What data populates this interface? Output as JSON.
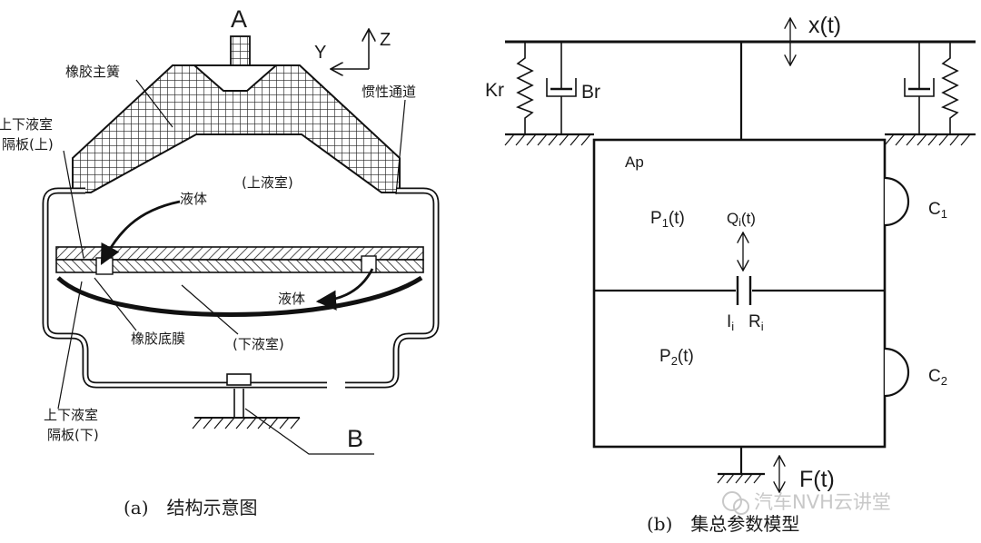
{
  "left": {
    "letter_a": "A",
    "letter_b": "B",
    "axis_y": "Y",
    "axis_z": "Z",
    "rubber_main_spring": "橡胶主簧",
    "inertia_channel": "惯性通道",
    "partition_upper_line1": "上下液室",
    "partition_upper_line2": "隔板(上)",
    "upper_chamber": "(上液室)",
    "fluid_upper": "液体",
    "fluid_lower": "液体",
    "rubber_diaphragm": "橡胶底膜",
    "lower_chamber": "(下液室)",
    "partition_lower_line1": "上下液室",
    "partition_lower_line2": "隔板(下)",
    "caption": "(a)　结构示意图"
  },
  "right": {
    "x_t": "x(t)",
    "kr": "Kr",
    "br": "Br",
    "ap": "Ap",
    "p1_main": "P",
    "p1_sub": "1",
    "p1_tail": "(t)",
    "q_main": "Q",
    "q_sub": "i",
    "q_tail": "(t)",
    "c1_main": "C",
    "c1_sub": "1",
    "ii_main": "I",
    "ii_sub": "i",
    "ri_main": "R",
    "ri_sub": "i",
    "p2_main": "P",
    "p2_sub": "2",
    "p2_tail": "(t)",
    "c2_main": "C",
    "c2_sub": "2",
    "f_t": "F(t)",
    "caption": "(b)　集总参数模型"
  },
  "watermark": "汽车NVH云讲堂"
}
